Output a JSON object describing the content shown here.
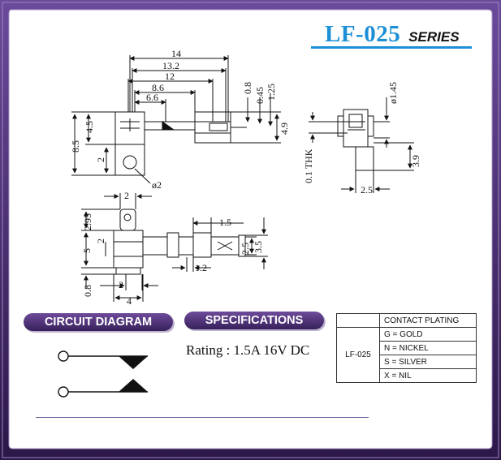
{
  "title": {
    "model": "LF-025",
    "series": "SERIES"
  },
  "sections": {
    "circuit": "CIRCUIT DIAGRAM",
    "specs": "SPECIFICATIONS"
  },
  "rating": "Rating : 1.5A 16V DC",
  "plating": {
    "header": "CONTACT PLATING",
    "model": "LF-025",
    "options": [
      "G = GOLD",
      "N = NICKEL",
      "S = SILVER",
      "X = NIL"
    ]
  },
  "dims": {
    "d14": "14",
    "d132": "13.2",
    "d12": "12",
    "d86": "8.6",
    "d66": "6.6",
    "d08": "0.8",
    "d045": "0.45",
    "d125": "1.25",
    "d49": "4.9",
    "d85": "8.5",
    "d45": "4.5",
    "d2a": "2",
    "phi2": "ø2",
    "phi145": "ø1.45",
    "thk": "0.1 THK",
    "d39": "3.9",
    "d25a": "2.5",
    "d2b": "2",
    "d295": "2.95",
    "d2c": "2",
    "d5": "5",
    "d08b": "0.8",
    "d2d": "2",
    "d4": "4",
    "d15": "1.5",
    "d25b": "2.5",
    "d35": "3.5",
    "d12b": "1.2"
  },
  "colors": {
    "accent": "#1d8fd6",
    "frame": "#4a2c78",
    "pill": "#4b2f73"
  }
}
